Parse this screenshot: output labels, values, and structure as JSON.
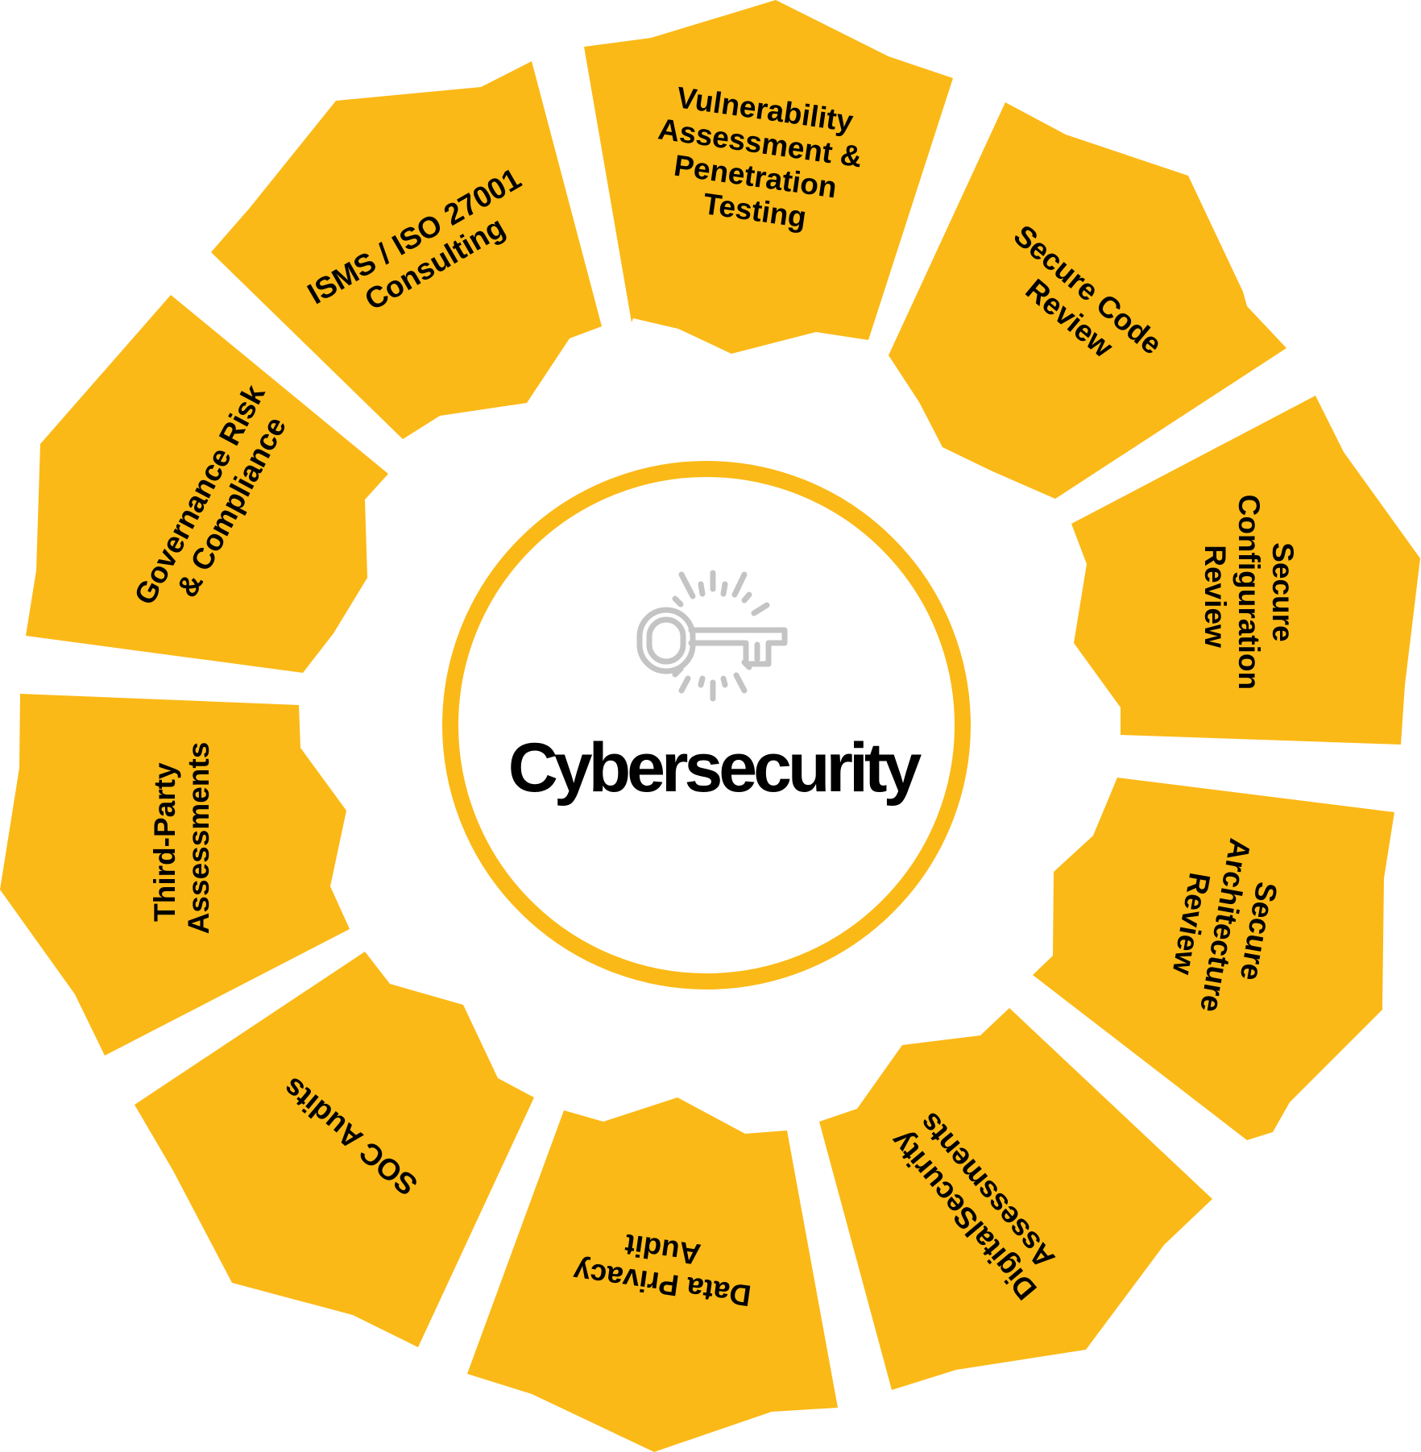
{
  "diagram": {
    "type": "radial-wheel",
    "colors": {
      "segment_fill": "#FBB917",
      "ring_stroke": "#FBB917",
      "center_fill": "#FFFFFF",
      "label_text": "#000000",
      "icon_stroke": "#C4C4C4"
    },
    "center": {
      "title": "Cybersecurity",
      "icon": "key-icon"
    },
    "segments": [
      {
        "id": "vapt",
        "lines": [
          "Vulnerability",
          "Assessment &",
          "Penetration",
          "Testing"
        ]
      },
      {
        "id": "secure-code-review",
        "lines": [
          "Secure Code",
          "Review"
        ]
      },
      {
        "id": "secure-configuration-review",
        "lines": [
          "Secure",
          "Configuration",
          "Review"
        ]
      },
      {
        "id": "secure-architecture-review",
        "lines": [
          "Secure",
          "Architecture",
          "Review"
        ]
      },
      {
        "id": "digital-security-assessments",
        "lines": [
          "DigitalSecurity",
          "Assessments"
        ]
      },
      {
        "id": "data-privacy-audit",
        "lines": [
          "Data Privacy",
          "Audit"
        ]
      },
      {
        "id": "soc-audits",
        "lines": [
          "SOC Audits"
        ]
      },
      {
        "id": "third-party-assessments",
        "lines": [
          "Third-Party",
          "Assessments"
        ]
      },
      {
        "id": "governance-risk-compliance",
        "lines": [
          "Governance Risk",
          "& Compliance"
        ]
      },
      {
        "id": "isms-iso-27001",
        "lines": [
          "ISMS / ISO 27001",
          "Consulting"
        ]
      }
    ]
  }
}
